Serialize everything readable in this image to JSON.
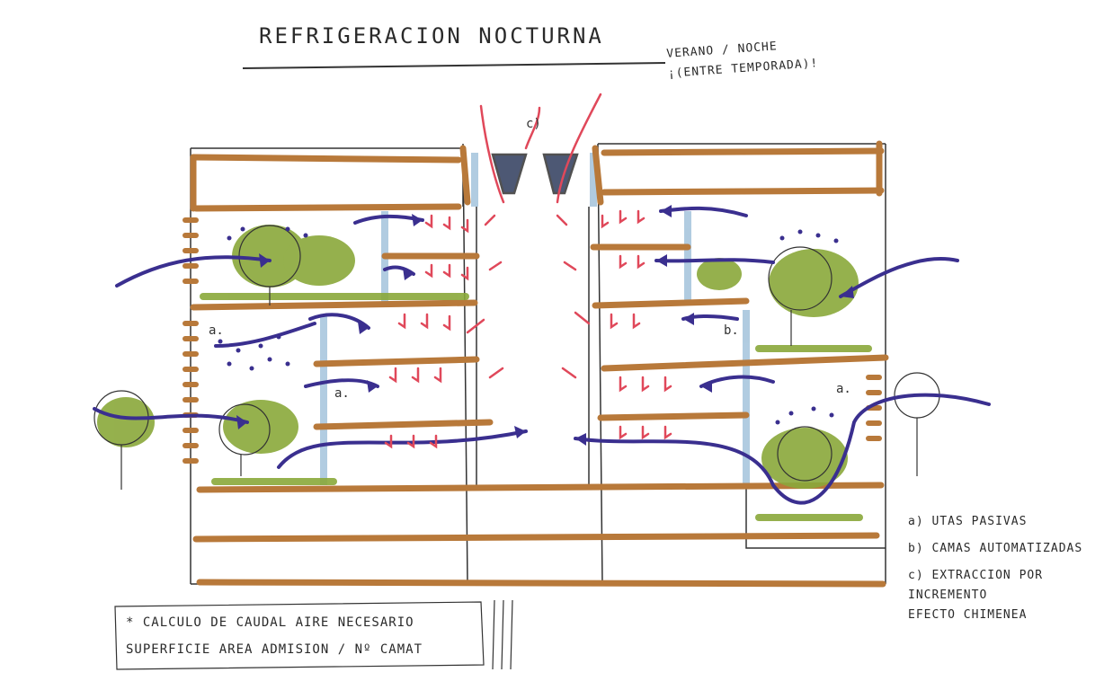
{
  "title": "REFRIGERACION NOCTURNA",
  "summer_note": {
    "line1": "VERANO / NOCHE",
    "line2": "¡(ENTRE TEMPORADA)!"
  },
  "labels": {
    "a": "a.",
    "b": "b.",
    "c": "c)"
  },
  "legend": {
    "a": "a) UTAS PASIVAS",
    "b": "b) CAMAS AUTOMATIZADAS",
    "c_line1": "c) EXTRACCION POR",
    "c_line2": "INCREMENTO",
    "c_line3": "EFECTO CHIMENEA"
  },
  "calc_note": {
    "line1": "* CALCULO DE CAUDAL AIRE NECESARIO",
    "line2": "SUPERFICIE AREA ADMISION / Nº CAMAT"
  },
  "colors": {
    "slab": "#b8793a",
    "cool_air": "#3a2f8f",
    "warm_air": "#e0485a",
    "vegetation": "#8aa83a",
    "glass": "#9dbfd9",
    "ink": "#333333"
  }
}
